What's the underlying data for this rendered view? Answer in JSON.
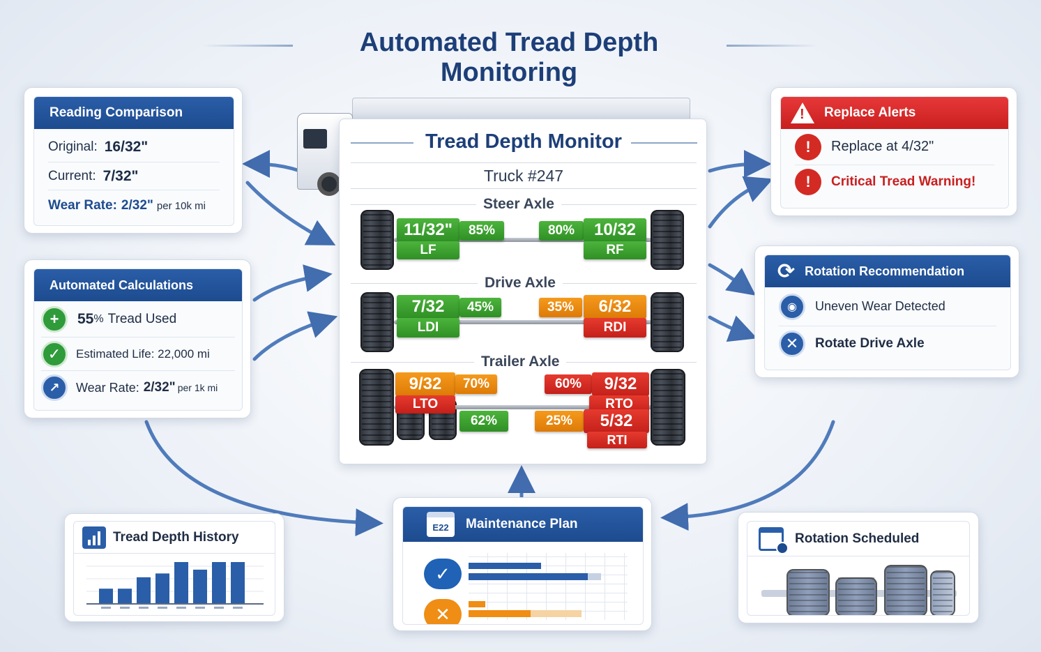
{
  "title": "Automated Tread Depth Monitoring",
  "monitor": {
    "title": "Tread Depth Monitor",
    "truck": "Truck #247",
    "steer": {
      "label": "Steer Axle",
      "lf_depth": "11/32\"",
      "lf_pct": "85%",
      "lf": "LF",
      "rf_depth": "10/32",
      "rf_pct": "80%",
      "rf": "RF"
    },
    "drive": {
      "label": "Drive Axle",
      "ldi_depth": "7/32",
      "ldi_pct": "45%",
      "ldi": "LDI",
      "rdi_depth": "6/32",
      "rdi_pct": "35%",
      "rdi": "RDI"
    },
    "trailer": {
      "label": "Trailer Axle",
      "lto_depth": "9/32",
      "lto_pct": "70%",
      "lto": "LTO",
      "rto_depth": "9/32",
      "rto_pct": "60%",
      "rto": "RTO",
      "lti_pct": "62%",
      "rti_depth": "5/32",
      "rti_pct": "25%",
      "rti": "RTI"
    }
  },
  "reading": {
    "header": "Reading Comparison",
    "original_label": "Original:",
    "original_value": "16/32\"",
    "current_label": "Current:",
    "current_value": "7/32\"",
    "wear_label": "Wear Rate:",
    "wear_value": "2/32\"",
    "wear_unit": "per 10k mi"
  },
  "calc": {
    "header": "Automated Calculations",
    "used_value": "55",
    "used_pct": "%",
    "used_label": "Tread Used",
    "life": "Estimated Life: 22,000 mi",
    "wear_label": "Wear Rate:",
    "wear_value": "2/32\"",
    "wear_unit": "per 1k mi"
  },
  "alerts": {
    "header": "Replace Alerts",
    "item1": "Replace at 4/32\"",
    "item2": "Critical Tread Warning!"
  },
  "rotation": {
    "header": "Rotation Recommendation",
    "item1": "Uneven Wear Detected",
    "item2": "Rotate Drive Axle"
  },
  "history": {
    "header": "Tread Depth History",
    "values": [
      4,
      4,
      7,
      8,
      11,
      9,
      11,
      11
    ]
  },
  "maintenance": {
    "header": "Maintenance Plan",
    "done_progress": 0.9,
    "todo_progress": 0.55,
    "calendar_label": "E22"
  },
  "scheduled": {
    "header": "Rotation Scheduled"
  },
  "colors": {
    "blue": "#1d4b8f",
    "red": "#c91f1f",
    "green": "#2f8f25",
    "orange": "#dd7a07"
  }
}
